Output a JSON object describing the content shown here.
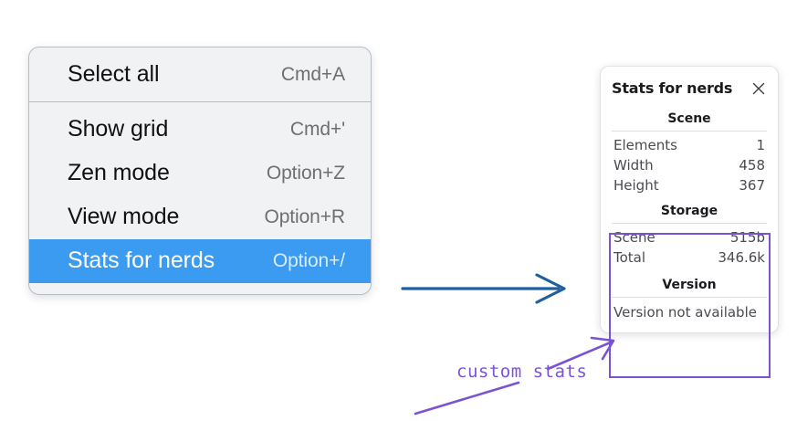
{
  "context_menu": {
    "groups": [
      {
        "items": [
          {
            "label": "Select all",
            "shortcut": "Cmd+A",
            "selected": false
          }
        ]
      },
      {
        "items": [
          {
            "label": "Show grid",
            "shortcut": "Cmd+'",
            "selected": false
          },
          {
            "label": "Zen mode",
            "shortcut": "Option+Z",
            "selected": false
          },
          {
            "label": "View mode",
            "shortcut": "Option+R",
            "selected": false
          },
          {
            "label": "Stats for nerds",
            "shortcut": "Option+/",
            "selected": true
          }
        ]
      }
    ],
    "highlight_color": "#3b9bf0"
  },
  "stats_panel": {
    "title": "Stats for nerds",
    "close_icon": "close-icon",
    "sections": [
      {
        "heading": "Scene",
        "rows": [
          {
            "key": "Elements",
            "value": "1"
          },
          {
            "key": "Width",
            "value": "458"
          },
          {
            "key": "Height",
            "value": "367"
          }
        ]
      },
      {
        "heading": "Storage",
        "rows": [
          {
            "key": "Scene",
            "value": "515b"
          },
          {
            "key": "Total",
            "value": "346.6k"
          }
        ]
      },
      {
        "heading": "Version",
        "note": "Version not available"
      }
    ]
  },
  "annotations": {
    "custom_stats_label": "custom stats",
    "label_color": "#7b52d6",
    "arrow_color": "#1f5f9e",
    "highlight_box_color": "#7b52d6"
  }
}
